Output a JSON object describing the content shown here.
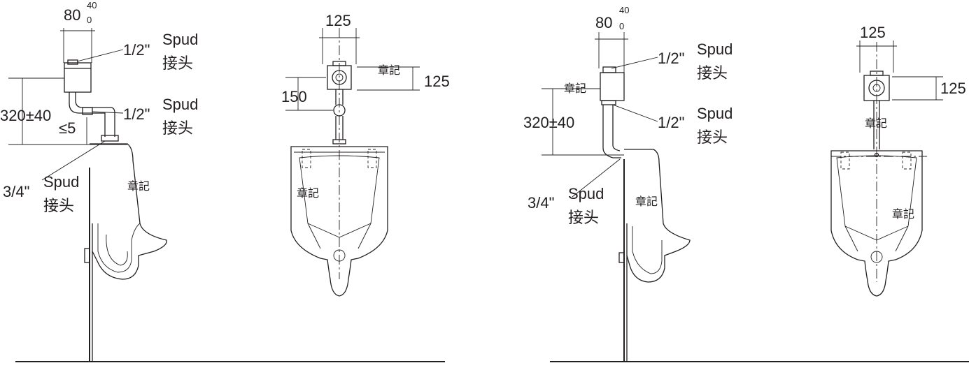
{
  "left": {
    "width_dim": "80",
    "width_tol_upper": "40",
    "width_tol_lower": "0",
    "inlet_size": "1/2\"",
    "inlet_label": "Spud",
    "inlet_cn": "接头",
    "outlet_size": "1/2\"",
    "outlet_label": "Spud",
    "outlet_cn": "接头",
    "height_dim": "320±40",
    "gap_dim": "≤5",
    "spud_size": "3/4\"",
    "spud_label": "Spud",
    "spud_cn": "接头",
    "stamp_side": "章記",
    "front_width": "125",
    "front_height": "125",
    "front_offset": "150",
    "stamp_front_top": "章記",
    "stamp_front_bowl": "章記"
  },
  "right": {
    "width_dim": "80",
    "width_tol_upper": "40",
    "width_tol_lower": "0",
    "inlet_size": "1/2\"",
    "inlet_label": "Spud",
    "inlet_cn": "接头",
    "outlet_size": "1/2\"",
    "outlet_label": "Spud",
    "outlet_cn": "接头",
    "height_dim": "320±40",
    "spud_size": "3/4\"",
    "spud_label": "Spud",
    "spud_cn": "接头",
    "stamp_side_top": "章記",
    "stamp_side": "章記",
    "front_width": "125",
    "front_height": "125",
    "stamp_front_top": "章記",
    "stamp_front_bowl": "章記"
  }
}
